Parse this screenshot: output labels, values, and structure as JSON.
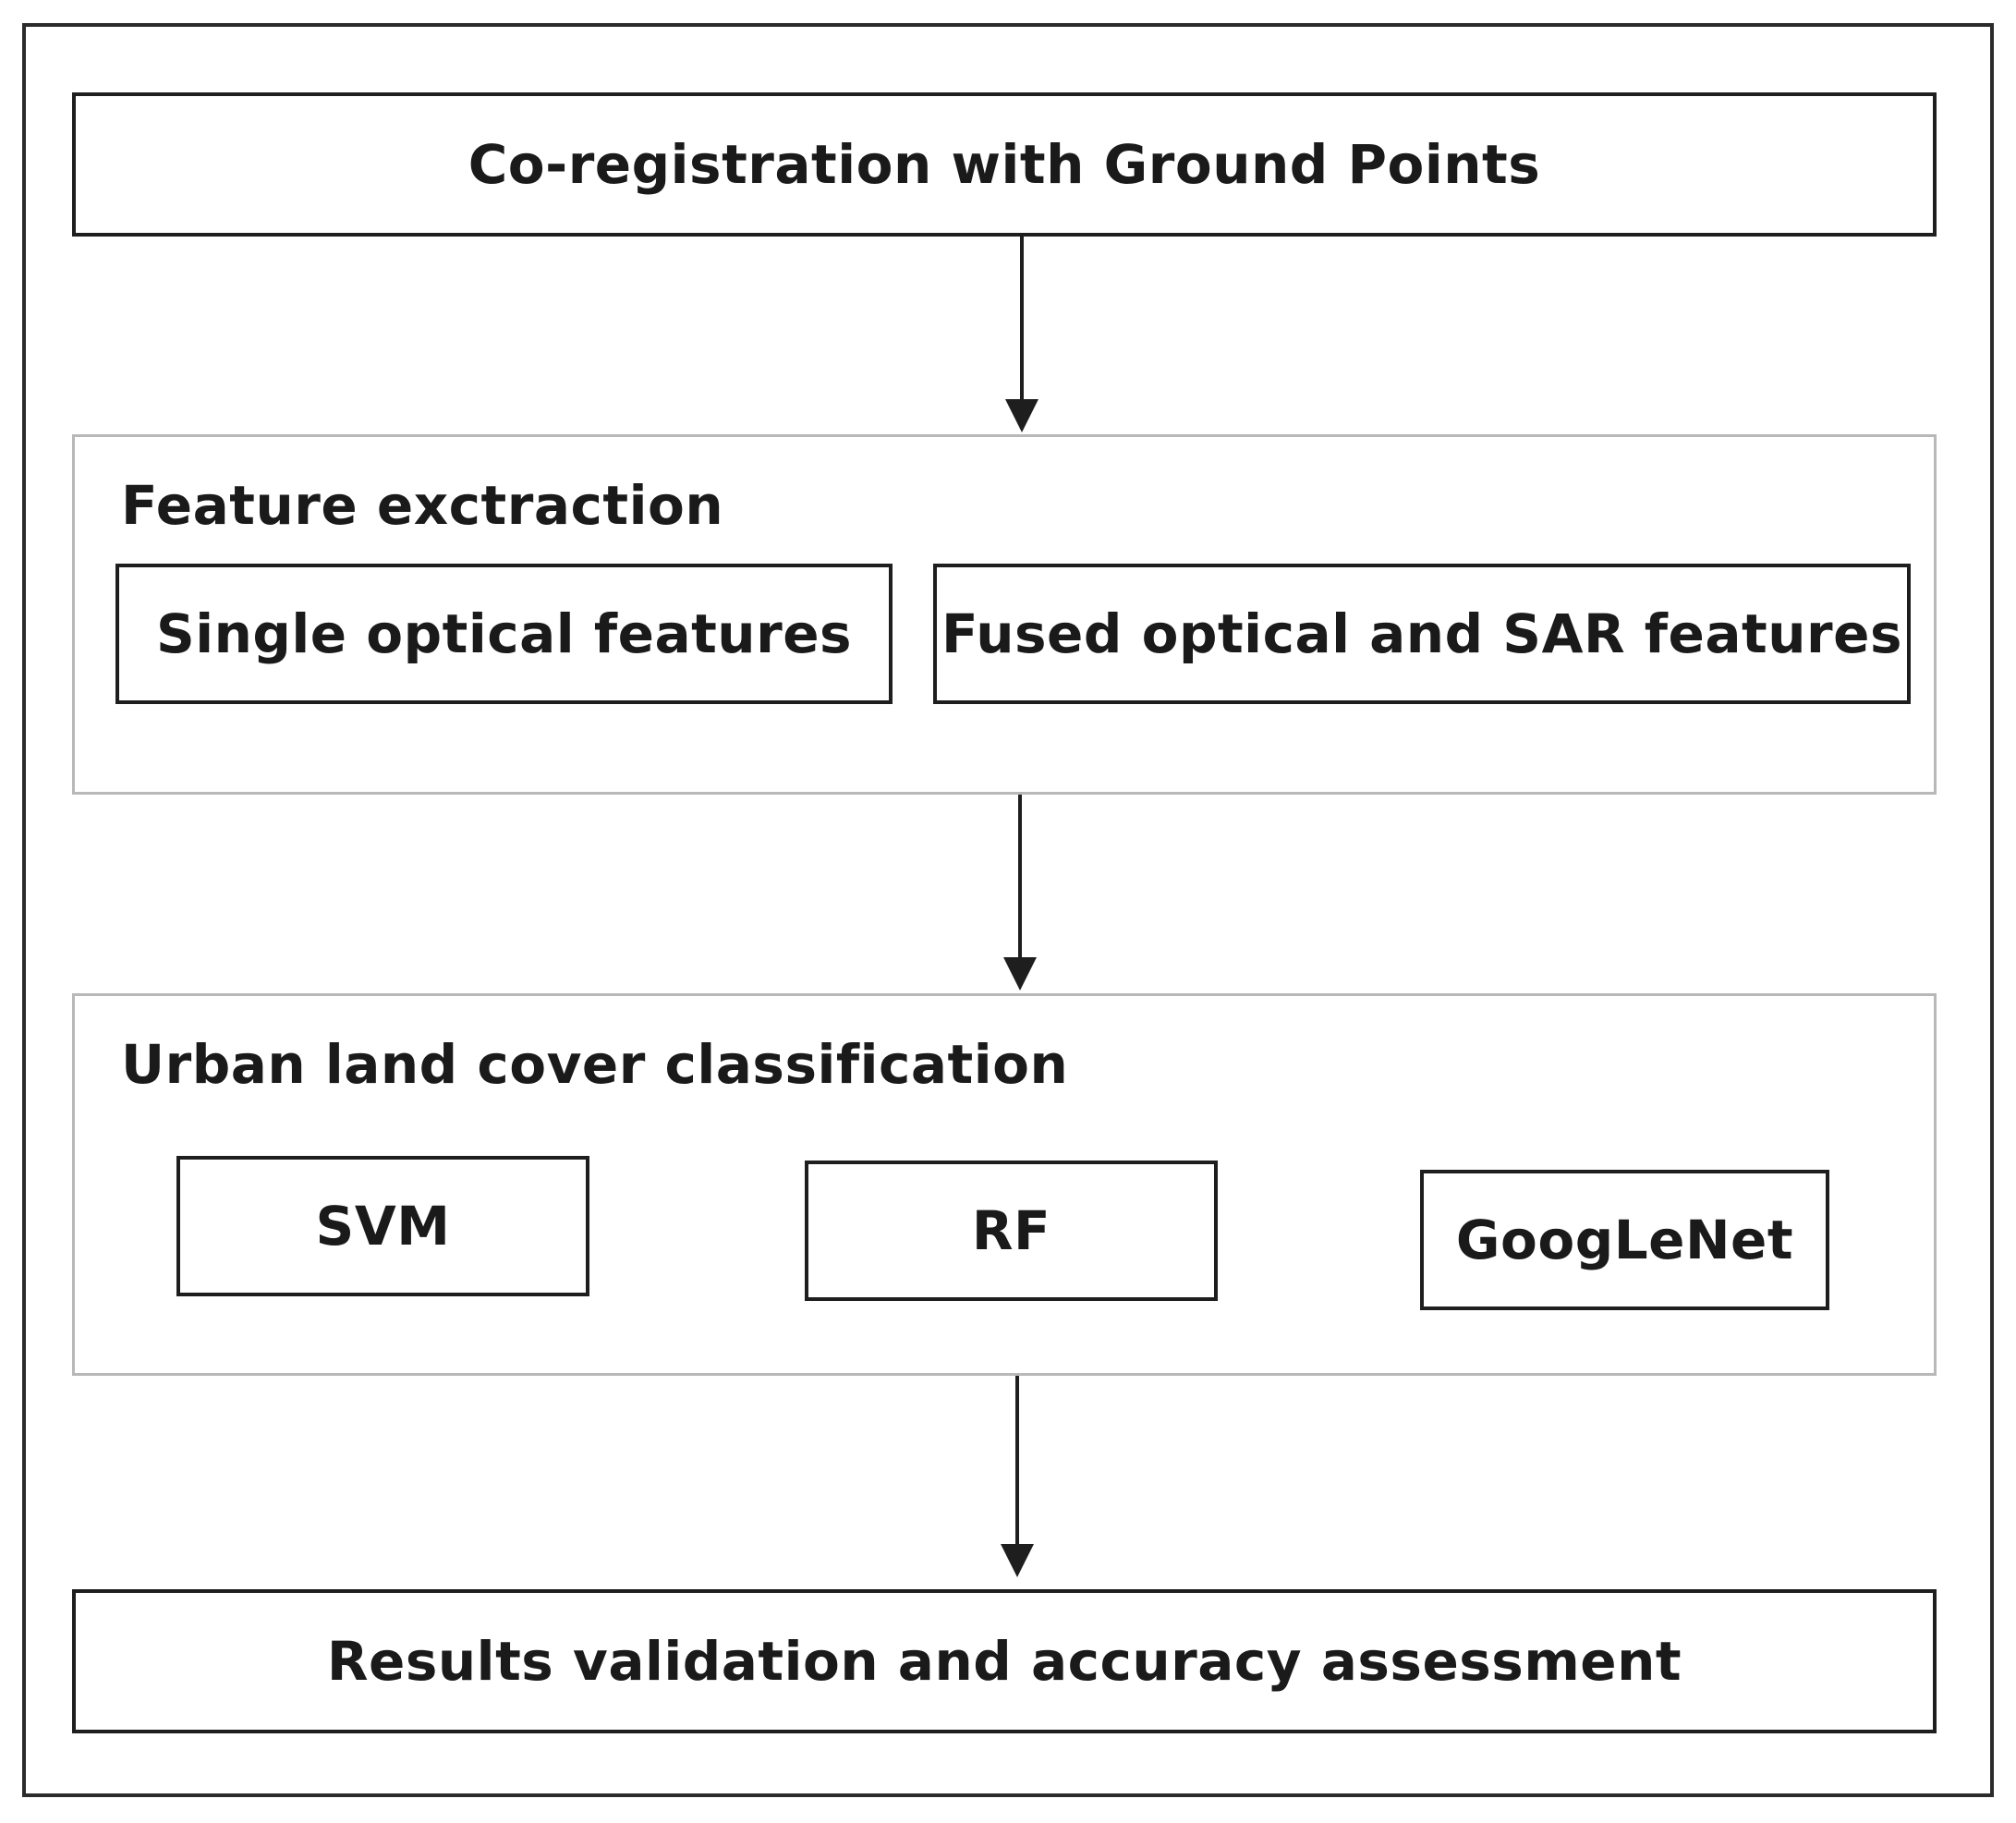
{
  "diagram": {
    "step1": "Co-registration with Ground Points",
    "feature_group": {
      "title": "Feature exctraction",
      "items": [
        "Single optical features",
        "Fused optical and SAR features"
      ]
    },
    "classification_group": {
      "title": "Urban land cover classification",
      "items": [
        "SVM",
        "RF",
        "GoogLeNet"
      ]
    },
    "step4": "Results validation and accuracy assessment"
  }
}
